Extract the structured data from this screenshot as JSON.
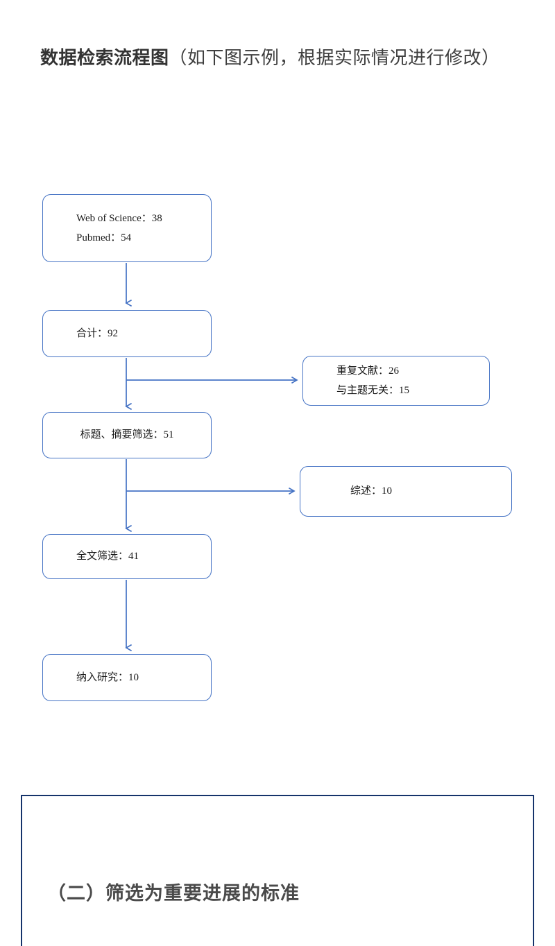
{
  "heading": {
    "strong": "数据检索流程图",
    "normal": "（如下图示例，根据实际情况进行修改）"
  },
  "flowchart": {
    "title": "数据检索流程图",
    "accent_color": "#4472C4",
    "nodes": [
      {
        "id": "sources",
        "lines": [
          "Web of Science：38",
          "Pubmed：54"
        ]
      },
      {
        "id": "total",
        "lines": [
          "合计：92"
        ]
      },
      {
        "id": "excluded-duplicates",
        "lines": [
          "重复文献：26",
          "与主题无关：15"
        ]
      },
      {
        "id": "title-abstract-screening",
        "lines": [
          "标题、摘要筛选：51"
        ]
      },
      {
        "id": "excluded-reviews",
        "lines": [
          "综述：10"
        ]
      },
      {
        "id": "fulltext-screening",
        "lines": [
          "全文筛选：41"
        ]
      },
      {
        "id": "included-studies",
        "lines": [
          "纳入研究：10"
        ]
      }
    ]
  },
  "section": {
    "heading": "（二）筛选为重要进展的标准",
    "border_color": "#15336B"
  }
}
